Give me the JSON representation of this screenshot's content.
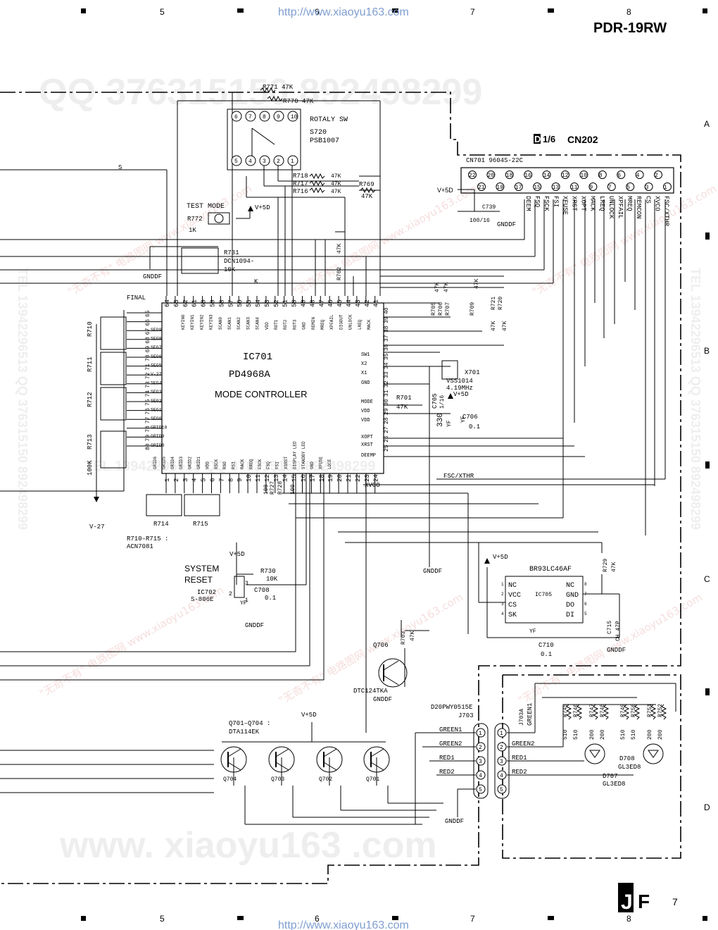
{
  "header": {
    "model": "PDR-19RW",
    "url": "http://www.xiaoyu163.com",
    "columns": [
      "5",
      "6",
      "7",
      "8"
    ],
    "rows": [
      "A",
      "B",
      "C",
      "D"
    ]
  },
  "footer": {
    "url": "http://www.xiaoyu163.com",
    "page": "7",
    "section_letters": [
      "J",
      "F"
    ]
  },
  "watermarks": {
    "qq": "QQ 376315150   892498299",
    "web": "www. xiaoyu163 .com",
    "tel": "TEL 13942296513  QQ 376315150  892498299"
  },
  "connector_cn202": {
    "ref_a": "D",
    "ref_b": "1/6",
    "name": "CN202",
    "part": "CN701  9604S-22C",
    "pins_even": [
      "22",
      "20",
      "18",
      "16",
      "14",
      "12",
      "10",
      "8",
      "6",
      "4",
      "2"
    ],
    "pins_odd": [
      "21",
      "19",
      "17",
      "15",
      "13",
      "11",
      "9",
      "7",
      "5",
      "3",
      "1"
    ],
    "signals": [
      "DEEM",
      "FSQ",
      "FSCK",
      "FSI",
      "XFUSE",
      "XRST",
      "XOPT",
      "MACK",
      "LREQ",
      "UNLOCK",
      "XPFAIL",
      "MREQ",
      "REMCON",
      "CS",
      "XVCO",
      "FSC/XTHR"
    ],
    "supply": "V+5D",
    "cap": "C739",
    "cap_value": "100/16",
    "ground": "GNDDF"
  },
  "rotary_switch": {
    "title": "ROTALY SW",
    "ref": "S720",
    "part": "PSB1007",
    "pins_top": [
      "6",
      "7",
      "8",
      "9",
      "10"
    ],
    "pins_bottom": [
      "5",
      "4",
      "3",
      "2",
      "1"
    ],
    "r771": "R771  47K",
    "r770": "R770  47K",
    "r718": "R718",
    "r717": "R717",
    "r716": "R716",
    "r769": "R769",
    "k47": "47K"
  },
  "test_mode": {
    "label": "TEST MODE",
    "supply": "V+5D",
    "resistor": "R772",
    "value": "1K"
  },
  "r731": {
    "ref": "R731",
    "part": "DCN1094-",
    "value": "10K",
    "ground": "GNDDF"
  },
  "ic701": {
    "ref": "IC701",
    "part": "PD4968A",
    "function": "MODE CONTROLLER",
    "final": "FINAL",
    "k": "K",
    "s": "S",
    "top_pins": [
      "64",
      "63",
      "62",
      "61",
      "60",
      "59",
      "58",
      "57",
      "56",
      "55",
      "54",
      "53",
      "52",
      "51",
      "50",
      "49",
      "48",
      "47",
      "46",
      "45",
      "44",
      "43",
      "42",
      "41"
    ],
    "top_names": [
      "KEYIN0",
      "KEYIN1",
      "KEYIN2",
      "KEYIN3",
      "SCAN0",
      "SCAN1",
      "SCAN2",
      "SCAN3",
      "SCAN4",
      "VDD",
      "ROT1",
      "ROT2",
      "ROT3",
      "GND",
      "REMIN",
      "MREQ",
      "XPFAIL",
      "DIGOUT",
      "UNLOCK",
      "LREQ",
      "MACK"
    ],
    "left_pins": [
      "65",
      "66",
      "67",
      "68",
      "69",
      "70",
      "71",
      "72",
      "73",
      "74",
      "75",
      "76",
      "77",
      "78",
      "79",
      "80"
    ],
    "left_names": [
      "SEG9",
      "SEG8",
      "SEG7",
      "SEG6",
      "SEG5",
      "V-27",
      "SEG4",
      "SEG3",
      "SEG2",
      "SEG1",
      "SEG0",
      "GRID10",
      "GRID9",
      "GRID8"
    ],
    "bottom_pins": [
      "1",
      "2",
      "3",
      "4",
      "5",
      "6",
      "7",
      "8",
      "9",
      "10",
      "11",
      "12",
      "13",
      "14",
      "15",
      "16",
      "17",
      "18",
      "19",
      "20",
      "21",
      "22",
      "23",
      "24"
    ],
    "bottom_names": [
      "GRID6",
      "GRID5",
      "GRID4",
      "GRID3",
      "GRID2",
      "GRID1",
      "VDD",
      "RSCK",
      "RSO",
      "RSI",
      "RACK",
      "RREQ",
      "FSCK",
      "FSQ",
      "FSI",
      "XSRST",
      "DISPLAY LED",
      "STANDBY LED",
      "GND",
      "XFUSE",
      "LDCE"
    ],
    "right_pins": [
      "40",
      "39",
      "38",
      "37",
      "36",
      "35",
      "34",
      "33",
      "32",
      "31",
      "30",
      "29",
      "28",
      "27",
      "26",
      "25"
    ],
    "right_names": [
      "SW1",
      "X2",
      "X1",
      "GND",
      "MODE",
      "VDD",
      "VDD",
      "XOPT",
      "XRST",
      "DEEMP"
    ],
    "xvco": "XVCO",
    "fsc": "FSC/XTHR"
  },
  "resistor_arrays": {
    "left": [
      "R710",
      "R711",
      "R712",
      "R713"
    ],
    "value": "100K",
    "bottom": [
      "R714",
      "R715"
    ],
    "note1": "R710–R715 :",
    "note2": "ACN7081",
    "v27": "V-27"
  },
  "crystal": {
    "ref": "X701",
    "part": "VSS1014",
    "freq": "4.19MHz",
    "c705": "C705",
    "c705_value": "330",
    "c705_rating": "1/16",
    "c706": "C706",
    "c706_value": "0.1",
    "yf": "YF",
    "r701": "R701",
    "r701_value": "47K",
    "supply": "V+5D",
    "ground": "GNDDF"
  },
  "right_resistors": {
    "labels": [
      "R705",
      "R706",
      "R707",
      "R709",
      "R721",
      "R720"
    ],
    "value": "47K",
    "r727": "R727",
    "r728": "R728",
    "r702": "R702",
    "v100": "100"
  },
  "system_reset": {
    "title_line1": "SYSTEM",
    "title_line2": "RESET",
    "supply": "V+5D",
    "resistor": "R730",
    "r_value": "10K",
    "ic": "IC702",
    "ic_part": "S-806E",
    "cap": "C708",
    "cap_value": "0.1",
    "yf": "YF",
    "ground": "GNDDF",
    "pin3": "3",
    "pin2": "2",
    "pin1": "1"
  },
  "eeprom": {
    "part": "BR93LC46AF",
    "ref": "IC705",
    "supply": "V+5D",
    "left_pins": [
      "NC",
      "VCC",
      "CS",
      "SK"
    ],
    "right_pins": [
      "NC",
      "GND",
      "DO",
      "DI"
    ],
    "left_nums": [
      "1",
      "2",
      "3",
      "4"
    ],
    "right_nums": [
      "8",
      "7",
      "6",
      "5"
    ],
    "r729": "R729",
    "r729_value": "47K",
    "c715": "C715",
    "c715_value": "CH 47P",
    "c710": "C710",
    "c710_value": "0.1",
    "yf": "YF",
    "ground": "GNDDF"
  },
  "q706": {
    "ref": "Q706",
    "part": "DTC124TKA",
    "resistor": "R703",
    "r_value": "47K",
    "ground": "GNDDF"
  },
  "drivers": {
    "note1": "Q701–Q704 :",
    "note2": "DTA114EK",
    "supply": "V+5D",
    "refs": [
      "Q704",
      "Q703",
      "Q702",
      "Q701"
    ]
  },
  "j703": {
    "part": "D20PWY0515E",
    "ref": "J703",
    "ref_a": "J703A",
    "pins": [
      "1",
      "2",
      "3",
      "4",
      "5"
    ],
    "left_signals": [
      "GREEN1",
      "GREEN2",
      "RED1",
      "RED2"
    ],
    "right_signals": [
      "GREEN2",
      "RED1",
      "RED2"
    ],
    "green1_vert": "GREEN1",
    "ground": "GNDDF"
  },
  "leds": {
    "resistors": [
      "R745",
      "R746",
      "R747",
      "R748",
      "R749",
      "R750",
      "R751",
      "R752"
    ],
    "values": [
      "510",
      "510",
      "200",
      "200",
      "510",
      "510",
      "200",
      "200"
    ],
    "d708": "D708",
    "d708_part": "GL3ED8",
    "d707": "D707",
    "d707_part": "GL3ED8"
  }
}
